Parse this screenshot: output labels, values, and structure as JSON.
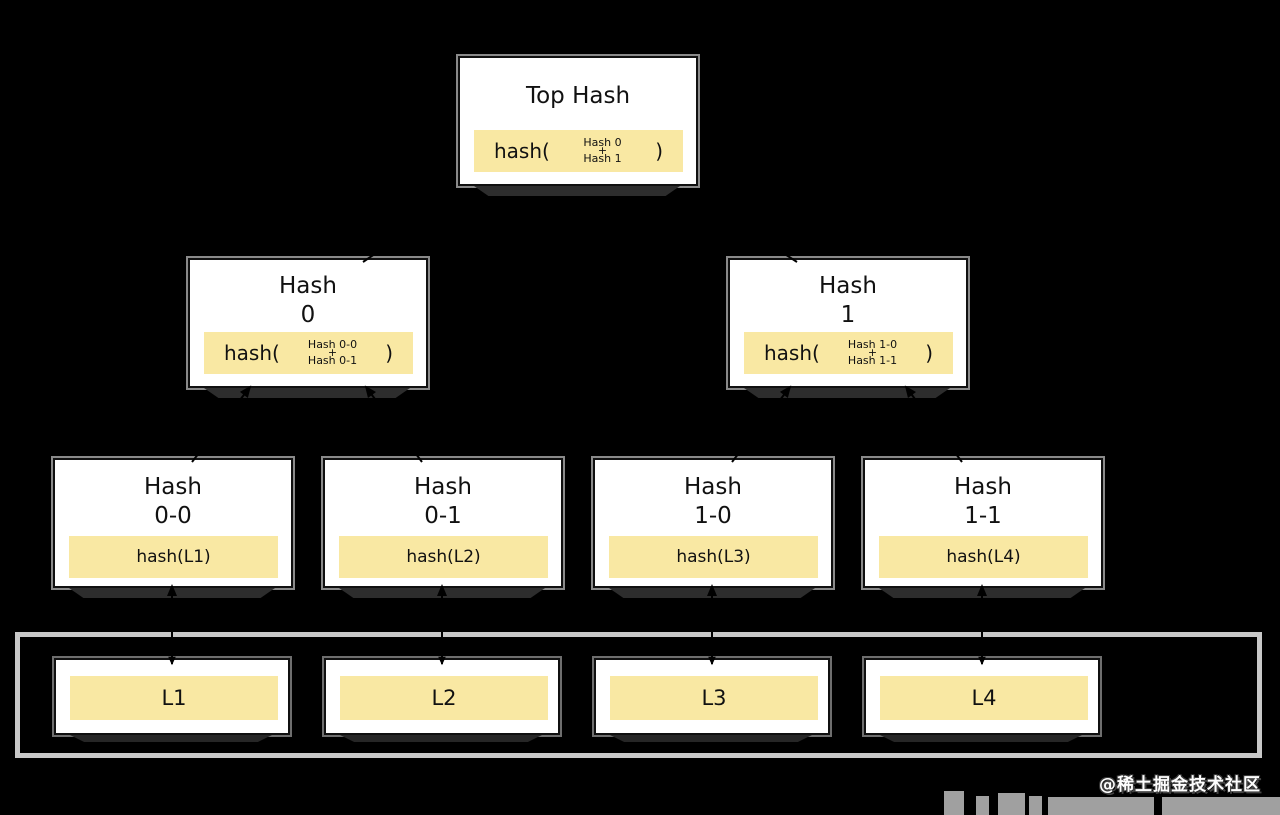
{
  "tree": {
    "top": {
      "title": "Top Hash",
      "formula": {
        "prefix": "hash(",
        "arg1": "Hash 0",
        "op": "+",
        "arg2": "Hash 1",
        "suffix": ")"
      }
    },
    "level2": [
      {
        "title_line1": "Hash",
        "title_line2": "0",
        "formula": {
          "prefix": "hash(",
          "arg1": "Hash 0-0",
          "op": "+",
          "arg2": "Hash 0-1",
          "suffix": ")"
        }
      },
      {
        "title_line1": "Hash",
        "title_line2": "1",
        "formula": {
          "prefix": "hash(",
          "arg1": "Hash 1-0",
          "op": "+",
          "arg2": "Hash 1-1",
          "suffix": ")"
        }
      }
    ],
    "level3": [
      {
        "title_line1": "Hash",
        "title_line2": "0-0",
        "formula": "hash(L1)"
      },
      {
        "title_line1": "Hash",
        "title_line2": "0-1",
        "formula": "hash(L2)"
      },
      {
        "title_line1": "Hash",
        "title_line2": "1-0",
        "formula": "hash(L3)"
      },
      {
        "title_line1": "Hash",
        "title_line2": "1-1",
        "formula": "hash(L4)"
      }
    ],
    "leaves": [
      {
        "label": "L1"
      },
      {
        "label": "L2"
      },
      {
        "label": "L3"
      },
      {
        "label": "L4"
      }
    ]
  },
  "watermark": "@稀土掘金技术社区",
  "colors": {
    "background": "#000000",
    "node_fill": "#ffffff",
    "node_border": "#101010",
    "highlight_fill": "#f9e8a3",
    "node_outline_gray": "#8a8a8a",
    "container_border": "#c8c8c8",
    "shadow": "#2d2d2d",
    "watermark_text": "#fdfdfd"
  }
}
